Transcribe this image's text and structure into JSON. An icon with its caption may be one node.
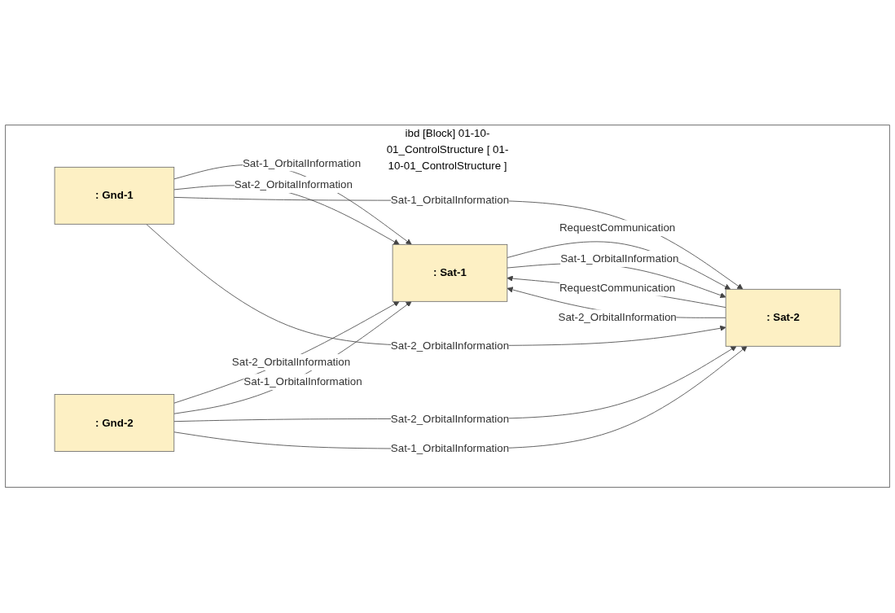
{
  "diagram": {
    "nodes": [
      {
        "text": [
          "ibd [Block] 01-10-01_ControlStructure [ 01-10-01_ControlStructure ]"
        ]
      },
      {
        "text": [
          ": Sat-1"
        ],
        "in": 0
      },
      {
        "text": [
          ": Sat-2"
        ],
        "in": 0
      },
      {
        "text": [
          ": Gnd-1"
        ],
        "in": 0
      },
      {
        "text": [
          ": Gnd-2"
        ],
        "in": 0
      }
    ],
    "edges": [
      {
        "from": 1,
        "to": 2,
        "arrow": "to",
        "label": "RequestCommunication"
      },
      {
        "from": 2,
        "to": 1,
        "arrow": "to",
        "label": "RequestCommunication"
      },
      {
        "from": 1,
        "to": 2,
        "arrow": "to",
        "label": "Sat-1_OrbitalInformation"
      },
      {
        "from": 2,
        "to": 1,
        "arrow": "to",
        "label": "Sat-2_OrbitalInformation"
      },
      {
        "from": 3,
        "to": 1,
        "arrow": "to",
        "label": "Sat-1_OrbitalInformation"
      },
      {
        "from": 3,
        "to": 1,
        "arrow": "to",
        "label": "Sat-2_OrbitalInformation"
      },
      {
        "from": 3,
        "to": 2,
        "arrow": "to",
        "label": "Sat-1_OrbitalInformation"
      },
      {
        "from": 3,
        "to": 2,
        "arrow": "to",
        "label": "Sat-2_OrbitalInformation"
      },
      {
        "from": 4,
        "to": 1,
        "arrow": "to",
        "label": "Sat-2_OrbitalInformation"
      },
      {
        "from": 4,
        "to": 1,
        "arrow": "to",
        "label": "Sat-1_OrbitalInformation"
      },
      {
        "from": 4,
        "to": 2,
        "arrow": "to",
        "label": "Sat-2_OrbitalInformation"
      },
      {
        "from": 4,
        "to": 2,
        "arrow": "to",
        "label": "Sat-1_OrbitalInformation"
      }
    ]
  }
}
